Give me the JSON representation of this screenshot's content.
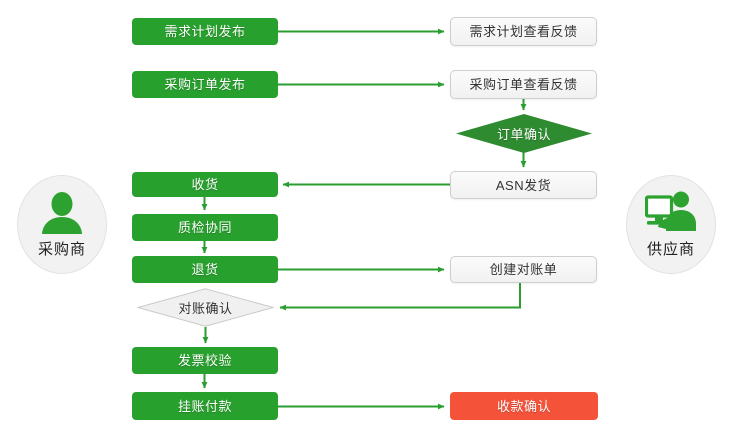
{
  "diagram": {
    "type": "flowchart",
    "title": "",
    "colors": {
      "green": "#28a02d",
      "red": "#f4533a",
      "gray_box": "#f1f1f1",
      "gray_border": "#cfcfcf",
      "circle_bg": "#f2f2f2",
      "edge": "#2a9d31"
    }
  },
  "actors": [
    {
      "id": "buyer",
      "label": "采购商",
      "icon": "person-icon",
      "side": "left"
    },
    {
      "id": "supplier",
      "label": "供应商",
      "icon": "person-computer-icon",
      "side": "right"
    }
  ],
  "nodes": [
    {
      "id": "n1",
      "label": "需求计划发布",
      "shape": "rect",
      "style": "green"
    },
    {
      "id": "n2",
      "label": "需求计划查看反馈",
      "shape": "rect",
      "style": "gray"
    },
    {
      "id": "n3",
      "label": "采购订单发布",
      "shape": "rect",
      "style": "green"
    },
    {
      "id": "n4",
      "label": "采购订单查看反馈",
      "shape": "rect",
      "style": "gray"
    },
    {
      "id": "n5",
      "label": "订单确认",
      "shape": "diamond",
      "style": "green"
    },
    {
      "id": "n6",
      "label": "ASN发货",
      "shape": "rect",
      "style": "gray"
    },
    {
      "id": "n7",
      "label": "收货",
      "shape": "rect",
      "style": "green"
    },
    {
      "id": "n8",
      "label": "质检协同",
      "shape": "rect",
      "style": "green"
    },
    {
      "id": "n9",
      "label": "退货",
      "shape": "rect",
      "style": "green"
    },
    {
      "id": "n10",
      "label": "创建对账单",
      "shape": "rect",
      "style": "gray"
    },
    {
      "id": "n11",
      "label": "对账确认",
      "shape": "diamond",
      "style": "white"
    },
    {
      "id": "n12",
      "label": "发票校验",
      "shape": "rect",
      "style": "green"
    },
    {
      "id": "n13",
      "label": "挂账付款",
      "shape": "rect",
      "style": "green"
    },
    {
      "id": "n14",
      "label": "收款确认",
      "shape": "rect",
      "style": "red"
    }
  ],
  "edges": [
    {
      "from": "n1",
      "to": "n2"
    },
    {
      "from": "n3",
      "to": "n4"
    },
    {
      "from": "n4",
      "to": "n5"
    },
    {
      "from": "n5",
      "to": "n6"
    },
    {
      "from": "n6",
      "to": "n7"
    },
    {
      "from": "n7",
      "to": "n8"
    },
    {
      "from": "n8",
      "to": "n9"
    },
    {
      "from": "n9",
      "to": "n10"
    },
    {
      "from": "n10",
      "to": "n11"
    },
    {
      "from": "n11",
      "to": "n12"
    },
    {
      "from": "n12",
      "to": "n13"
    },
    {
      "from": "n13",
      "to": "n14"
    }
  ]
}
